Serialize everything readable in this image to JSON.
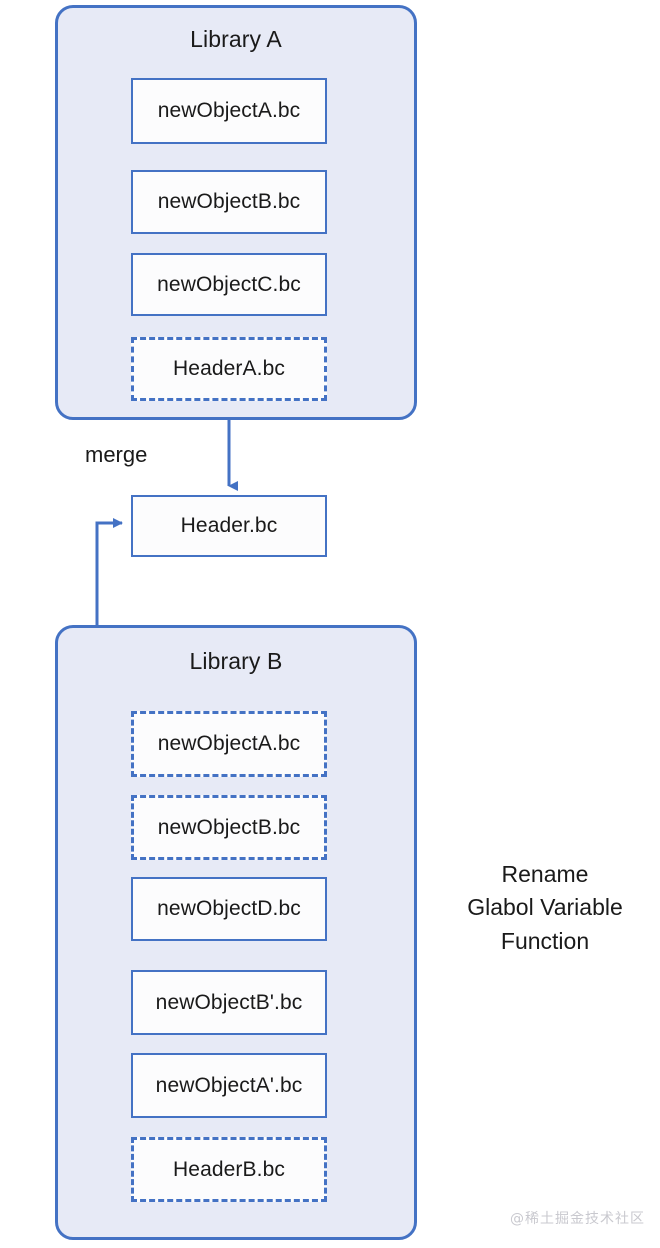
{
  "diagram": {
    "title_a": "Library A",
    "title_b": "Library B",
    "merge_label": "merge",
    "side_note_lines": [
      "Rename",
      "Glabol Variable",
      "Function"
    ],
    "side_note_text": "Rename Glabol Variable Function",
    "watermark": "@稀土掘金技术社区",
    "colors": {
      "stroke": "#4472c4",
      "library_fill": "#e7eaf6",
      "node_fill": "#fcfcfd",
      "text": "#1a1a1a",
      "watermark": "#c9c9cf"
    }
  },
  "library_a": {
    "label": "Library A",
    "nodes": [
      {
        "label": "newObjectA.bc",
        "style": "solid"
      },
      {
        "label": "newObjectB.bc",
        "style": "solid"
      },
      {
        "label": "newObjectC.bc",
        "style": "solid"
      },
      {
        "label": "HeaderA.bc",
        "style": "dashed"
      }
    ]
  },
  "merged": {
    "node": {
      "label": "Header.bc",
      "style": "solid"
    },
    "edge_label": "merge"
  },
  "library_b": {
    "label": "Library B",
    "nodes": [
      {
        "label": "newObjectA.bc",
        "style": "dashed"
      },
      {
        "label": "newObjectB.bc",
        "style": "dashed"
      },
      {
        "label": "newObjectD.bc",
        "style": "solid"
      },
      {
        "label": "newObjectB'.bc",
        "style": "solid"
      },
      {
        "label": "newObjectA'.bc",
        "style": "solid"
      },
      {
        "label": "HeaderB.bc",
        "style": "dashed"
      }
    ]
  },
  "edges": [
    {
      "from": "HeaderA.bc",
      "to": "Header.bc",
      "label": "merge",
      "arrow": true
    },
    {
      "from": "HeaderB.bc",
      "to": "Header.bc",
      "label": "",
      "arrow": true
    },
    {
      "from": "newObjectA.bc",
      "to": "newObjectA'.bc",
      "label": "",
      "arrow": true
    },
    {
      "from": "newObjectB.bc",
      "to": "newObjectB'.bc",
      "label": "",
      "arrow": true
    }
  ]
}
